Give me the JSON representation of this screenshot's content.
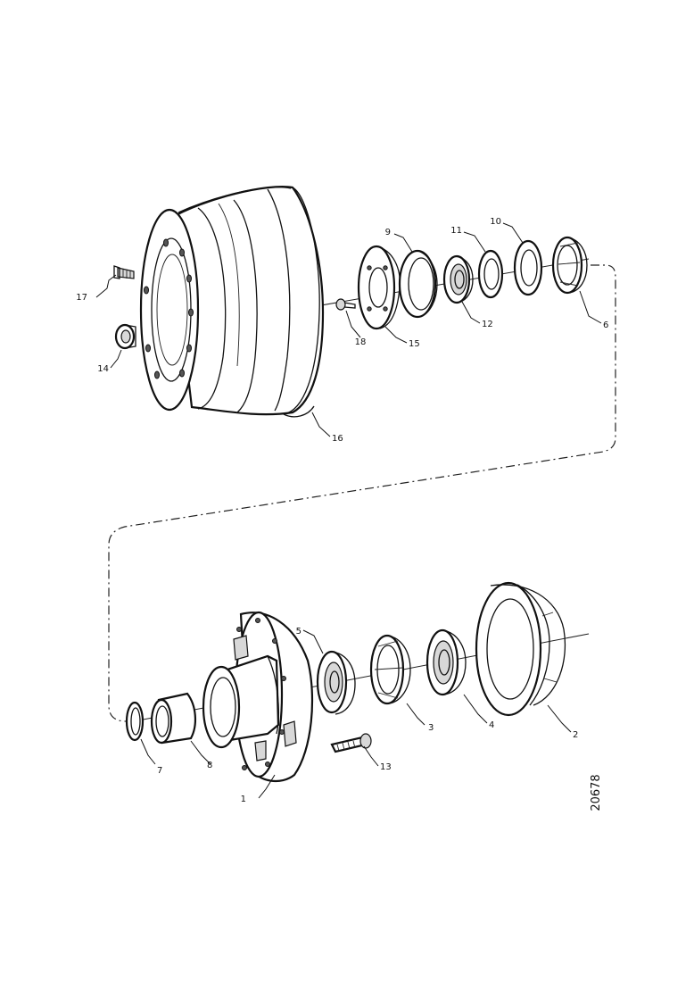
{
  "labels": {
    "p1": "1",
    "p2": "2",
    "p3": "3",
    "p4": "4",
    "p5": "5",
    "p6": "6",
    "p7": "7",
    "p8": "8",
    "p9": "9",
    "p10": "10",
    "p11": "11",
    "p12": "12",
    "p13": "13",
    "p14": "14",
    "p15": "15",
    "p16": "16",
    "p17": "17",
    "p18": "18"
  },
  "reference_number": "20678"
}
